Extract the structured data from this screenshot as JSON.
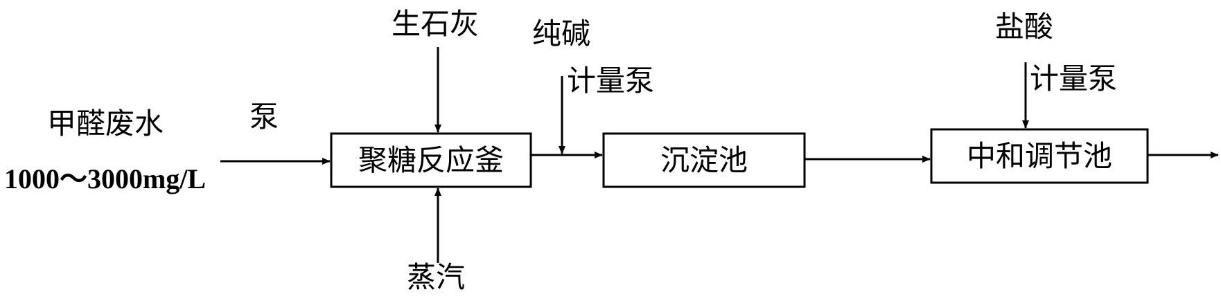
{
  "inputs": {
    "wastewater_label": "甲醛废水",
    "concentration": "1000～3000mg/L",
    "pump_label": "泵",
    "quicklime_label": "生石灰",
    "steam_label": "蒸汽",
    "soda_ash_label": "纯碱",
    "metering_pump_1": "计量泵",
    "hydrochloric_acid_label": "盐酸",
    "metering_pump_2": "计量泵"
  },
  "units": {
    "reactor": "聚糖反应釜",
    "settling_tank": "沉淀池",
    "neutralization_tank": "中和调节池"
  }
}
